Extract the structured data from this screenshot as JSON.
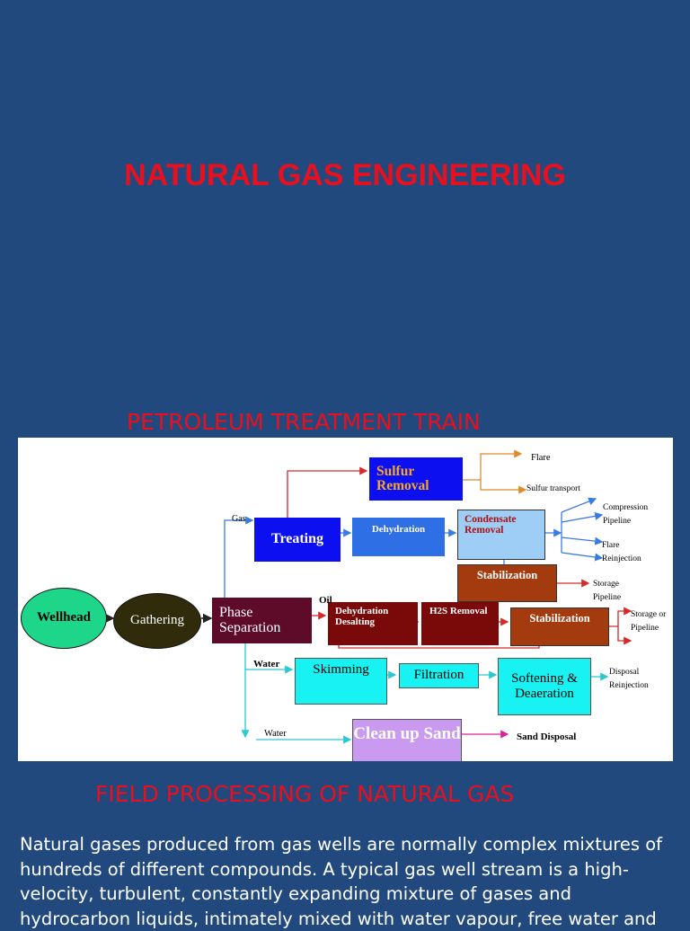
{
  "slide": {
    "title": "NATURAL GAS ENGINEERING",
    "diagram_heading": "PETROLEUM TREATMENT TRAIN",
    "section_heading": "FIELD PROCESSING OF NATURAL GAS",
    "body": "Natural gases produced from gas wells are normally complex mixtures of hundreds of different compounds. A typical gas well stream is a high-velocity, turbulent, constantly expanding mixture of gases and hydrocarbon liquids, intimately mixed with water vapour, free water and"
  },
  "diagram": {
    "nodes": {
      "wellhead": "Wellhead",
      "gathering": "Gathering",
      "phase_separation": "Phase Separation",
      "treating": "Treating",
      "sulfur_removal": "Sulfur Removal",
      "dehydration_gas": "Dehydration",
      "condensate_removal": "Condensate Removal",
      "stabilization_top": "Stabilization",
      "dehydration_desalting": "Dehydration Desalting",
      "h2s_removal": "H2S Removal",
      "stabilization_oil": "Stabilization",
      "skimming": "Skimming",
      "filtration": "Filtration",
      "softening": "Softening & Deaeration",
      "clean_up_sand": "Clean up Sand"
    },
    "labels": {
      "gas": "Gas",
      "oil": "Oil",
      "water1": "Water",
      "water2": "Water",
      "flare1": "Flare",
      "sulfur_transport": "Sulfur transport",
      "compression_pipeline": "Compression Pipeline",
      "flare_reinjection": "Flare Reinjection",
      "storage_pipeline1": "Storage Pipeline",
      "storage_or_pipeline": "Storage or Pipeline",
      "disposal_reinjection": "Disposal Reinjection",
      "sand_disposal": "Sand Disposal"
    },
    "colors": {
      "wellhead": "#1ed68a",
      "gathering": "#2f2b0b",
      "phase_separation": "#5e0b2a",
      "treating": "#0c0ff0",
      "sulfur_removal": "#0c0ff0",
      "dehydration_gas": "#2f6fe6",
      "condensate_removal": "#9ecdf5",
      "stabilization": "#a43b0f",
      "dehydration_desalting": "#7a0a0a",
      "skimming": "#19f2f2",
      "clean_up_sand": "#c99af0"
    }
  }
}
